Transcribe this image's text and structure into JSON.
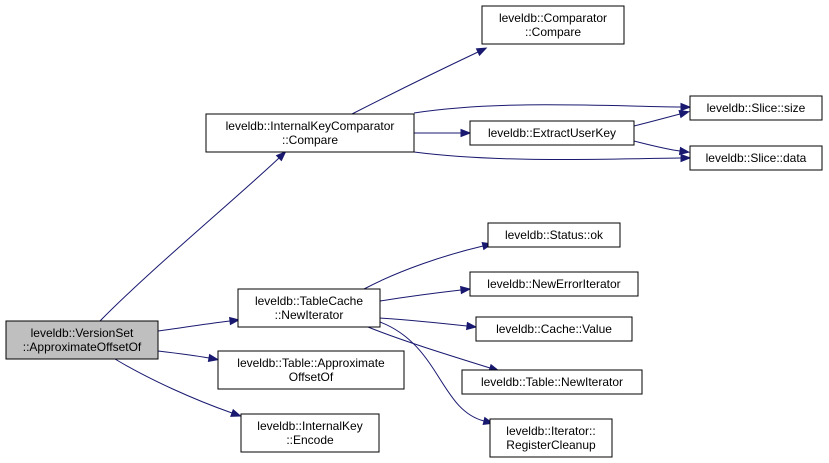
{
  "diagram": {
    "nodes": {
      "root": [
        "leveldb::VersionSet",
        "::ApproximateOffsetOf"
      ],
      "internal_key_comparator": [
        "leveldb::InternalKeyComparator",
        "::Compare"
      ],
      "comparator": [
        "leveldb::Comparator",
        "::Compare"
      ],
      "extract_user_key": [
        "leveldb::ExtractUserKey"
      ],
      "slice_size": [
        "leveldb::Slice::size"
      ],
      "slice_data": [
        "leveldb::Slice::data"
      ],
      "table_cache": [
        "leveldb::TableCache",
        "::NewIterator"
      ],
      "status_ok": [
        "leveldb::Status::ok"
      ],
      "new_error_iterator": [
        "leveldb::NewErrorIterator"
      ],
      "cache_value": [
        "leveldb::Cache::Value"
      ],
      "table_new_iterator": [
        "leveldb::Table::NewIterator"
      ],
      "register_cleanup": [
        "leveldb::Iterator::",
        "RegisterCleanup"
      ],
      "table_approximate": [
        "leveldb::Table::Approximate",
        "OffsetOf"
      ],
      "internal_key_encode": [
        "leveldb::InternalKey",
        "::Encode"
      ]
    },
    "edges": [
      [
        "root",
        "internal_key_comparator"
      ],
      [
        "root",
        "table_cache"
      ],
      [
        "root",
        "table_approximate"
      ],
      [
        "root",
        "internal_key_encode"
      ],
      [
        "internal_key_comparator",
        "comparator"
      ],
      [
        "internal_key_comparator",
        "slice_size"
      ],
      [
        "internal_key_comparator",
        "extract_user_key"
      ],
      [
        "internal_key_comparator",
        "slice_data"
      ],
      [
        "extract_user_key",
        "slice_size"
      ],
      [
        "extract_user_key",
        "slice_data"
      ],
      [
        "table_cache",
        "status_ok"
      ],
      [
        "table_cache",
        "new_error_iterator"
      ],
      [
        "table_cache",
        "cache_value"
      ],
      [
        "table_cache",
        "table_new_iterator"
      ],
      [
        "table_cache",
        "register_cleanup"
      ]
    ],
    "colors": {
      "edge": "#191970",
      "root_fill": "#bfbfbf",
      "node_fill": "#ffffff",
      "border": "#000000"
    }
  }
}
